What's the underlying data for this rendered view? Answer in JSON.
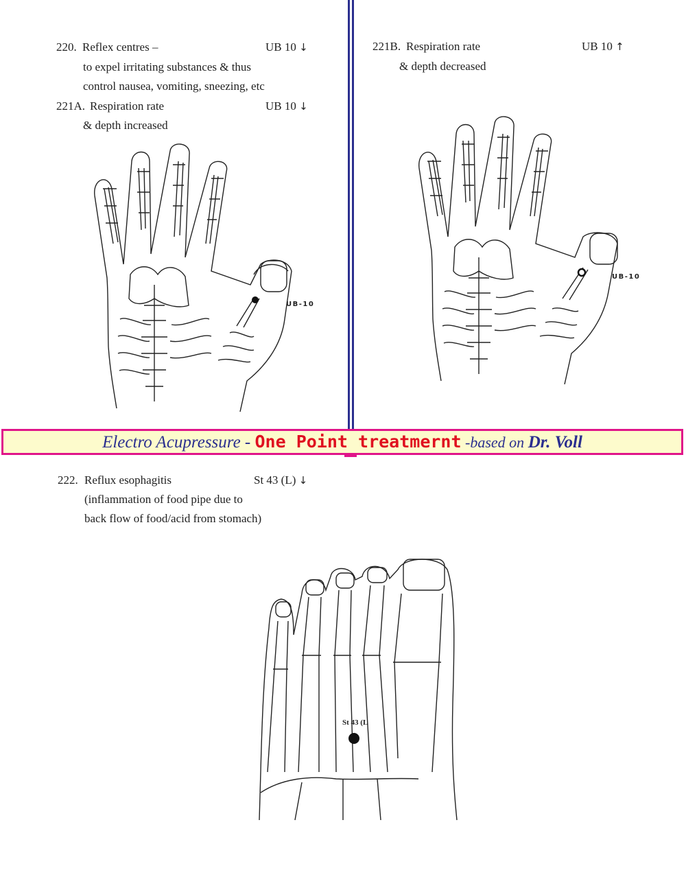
{
  "entries": {
    "e220": {
      "number": "220.",
      "title": "Reflex centres –",
      "point": "UB 10",
      "arrow": "↓",
      "line2": "to expel irritating substances & thus",
      "line3": "control nausea, vomiting, sneezing, etc"
    },
    "e221a": {
      "number": "221A.",
      "title": "Respiration rate",
      "point": "UB 10",
      "arrow": "↓",
      "line2": "& depth increased"
    },
    "e221b": {
      "number": "221B.",
      "title": "Respiration rate",
      "point": "UB 10",
      "arrow": "↑",
      "line2": "& depth decreased"
    },
    "e222": {
      "number": "222.",
      "title": "Reflux esophagitis",
      "point": "St 43 (L)",
      "arrow": "↓",
      "line2": "(inflammation of food pipe due to",
      "line3": "back flow of food/acid from stomach)"
    }
  },
  "figures": {
    "hand_left_label": "UB-10",
    "hand_right_label": "UB-10",
    "foot_label": "St 43 (L"
  },
  "banner": {
    "part1": "Electro Acupressure",
    "dash1": " - ",
    "part2": "One Point treatmernt",
    "dash2": " -",
    "part3": "based on ",
    "part4": "Dr. Voll"
  },
  "colors": {
    "accent_blue": "#2b2f8f",
    "accent_red": "#e01020",
    "banner_border": "#e0158a",
    "banner_bg": "#fdfbcc"
  }
}
